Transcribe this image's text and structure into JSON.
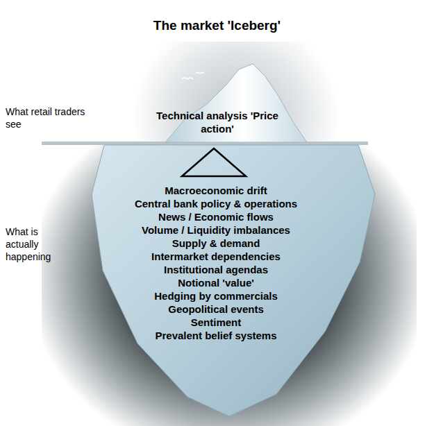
{
  "diagram": {
    "title": "The market 'Iceberg'",
    "nodes": [
      {
        "text": [
          "Technical analysis 'Price action'"
        ]
      },
      {
        "text": [
          "Macroeconomic drift",
          "Central bank policy & operations",
          "News / Economic flows",
          "Volume / Liquidity imbalances",
          "Supply & demand",
          "Intermarket dependencies",
          "Institutional agendas",
          "Notional 'value'",
          "Hedging by commercials",
          "Geopolitical events",
          "Sentiment",
          "Prevalent belief systems"
        ]
      }
    ],
    "labels": [
      "What retail traders see",
      "What is actually happening"
    ]
  }
}
